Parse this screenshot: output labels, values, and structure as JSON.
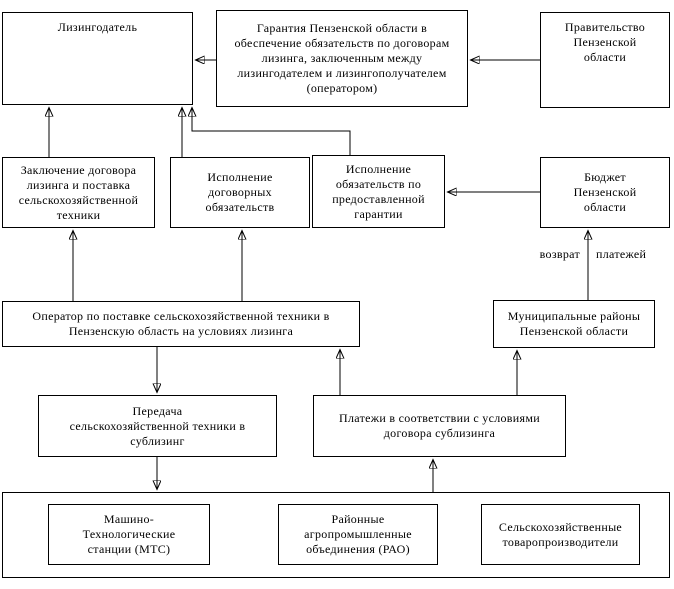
{
  "colors": {
    "background": "#ffffff",
    "line": "#000000",
    "text": "#000000"
  },
  "diagram": {
    "nodes": {
      "lessor": {
        "label": "Лизингодатель"
      },
      "guarantee": {
        "label": "Гарантия Пензенской области в\nобеспечение обязательств по договорам\nлизинга, заключенным между\nлизингодателем и лизингополучателем\n(оператором)"
      },
      "government": {
        "label": "Правительство\nПензенской\nобласти"
      },
      "lease_conclusion": {
        "label": "Заключение договора\nлизинга и поставка\nсельскохозяйственной\nтехники"
      },
      "contract_fulfillment": {
        "label": "Исполнение\nдоговорных\nобязательств"
      },
      "guarantee_fulfillment": {
        "label": "Исполнение\nобязательств по\nпредоставленной\nгарантии"
      },
      "budget": {
        "label": "Бюджет\nПензенской\nобласти"
      },
      "operator": {
        "label": "Оператор по поставке сельскохозяйственной техники в\nПензенскую область на условиях лизинга"
      },
      "municipal_districts": {
        "label": "Муниципальные районы\nПензенской области"
      },
      "sublease_transfer": {
        "label": "Передача\nсельскохозяйственной техники в\nсублизинг"
      },
      "sublease_payments": {
        "label": "Платежи в соответствии с условиями\nдоговора сублизинга"
      },
      "mts": {
        "label": "Машино-\nТехнологические\nстанции (МТС)"
      },
      "rao": {
        "label": "Районные\nагропромышленные\nобъединения (РАО)"
      },
      "producers": {
        "label": "Сельскохозяйственные\nтоваропроизводители"
      }
    },
    "edge_labels": {
      "return_payments_word1": "возврат",
      "return_payments_word2": "платежей"
    }
  }
}
